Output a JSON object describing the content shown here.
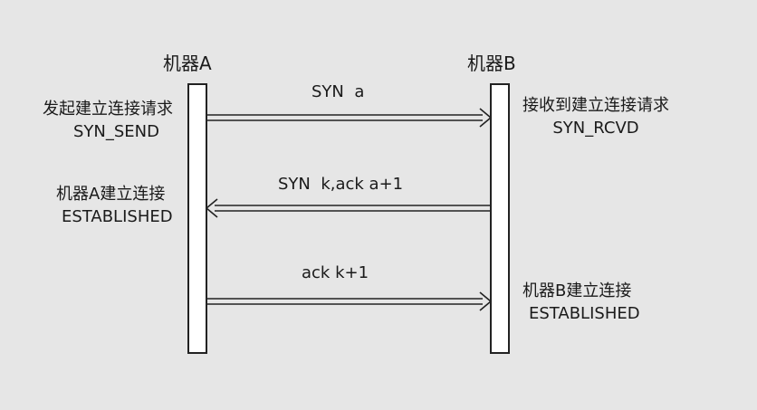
{
  "participants": {
    "a": "机器A",
    "b": "机器B"
  },
  "messages": [
    {
      "label": "SYN  a",
      "direction": "a-to-b"
    },
    {
      "label": "SYN  k,ack a+1",
      "direction": "b-to-a"
    },
    {
      "label": "ack k+1",
      "direction": "a-to-b"
    }
  ],
  "notes": {
    "a_send_line1": "发起建立连接请求",
    "a_send_line2": "SYN_SEND",
    "b_recv_line1": "接收到建立连接请求",
    "b_recv_line2": "SYN_RCVD",
    "a_est_line1": "机器A建立连接",
    "a_est_line2": "ESTABLISHED",
    "b_est_line1": "机器B建立连接",
    "b_est_line2": "ESTABLISHED"
  },
  "colors": {
    "background": "#e6e6e6",
    "lifeline_fill": "#ffffff",
    "stroke": "#222222"
  }
}
